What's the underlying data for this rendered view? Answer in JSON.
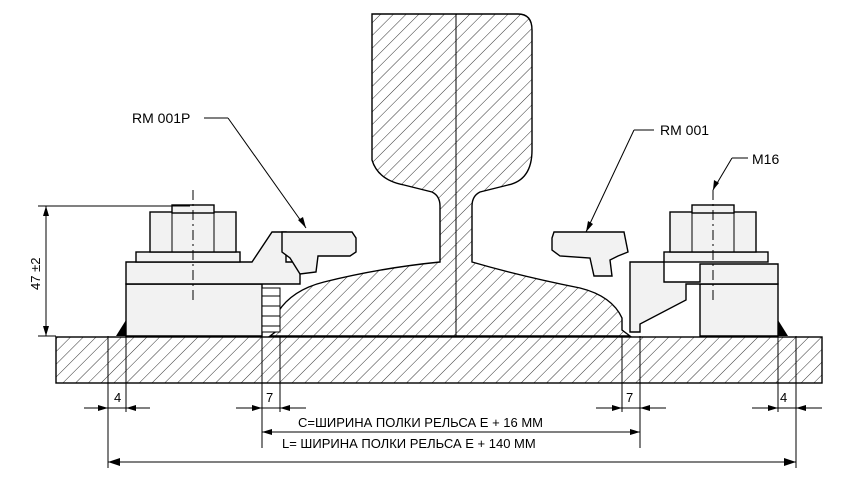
{
  "labels": {
    "clip_left": "RM 001P",
    "clip_right": "RM 001",
    "bolt": "M16"
  },
  "dimensions": {
    "height": "47 ±2",
    "gap_left_outer": "4",
    "gap_left_inner": "7",
    "gap_right_inner": "7",
    "gap_right_outer": "4",
    "c_width": "C=ШИРИНА ПОЛКИ РЕЛЬСА Е + 16 ММ",
    "l_width": "L= ШИРИНА ПОЛКИ  РЕЛЬСА Е + 140 ММ"
  }
}
